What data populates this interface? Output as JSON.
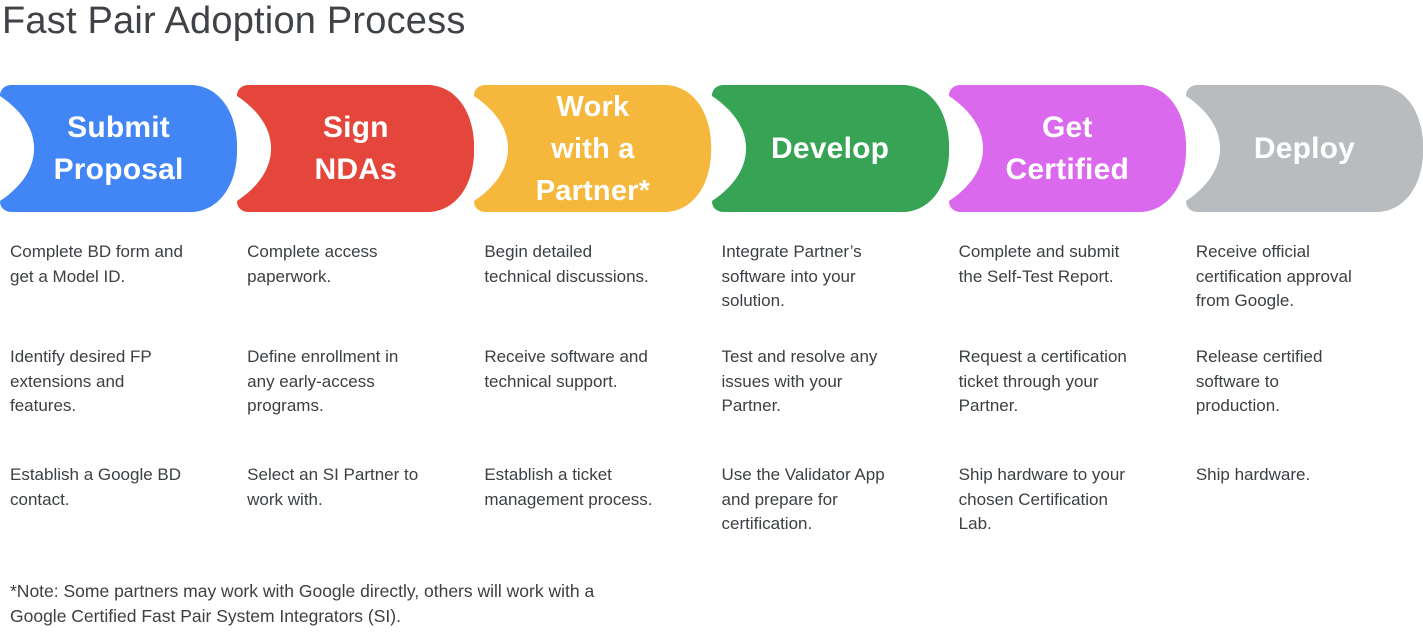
{
  "title": "Fast Pair Adoption Process",
  "text_color": "#3c4043",
  "background_color": "#ffffff",
  "label_text_color": "#ffffff",
  "steps": [
    {
      "label": "Submit\nProposal",
      "color": "#4285F4",
      "details": [
        "Complete BD form and\nget a Model ID.",
        "Identify desired FP\nextensions and\nfeatures.",
        "Establish a Google BD\ncontact."
      ]
    },
    {
      "label": "Sign\nNDAs",
      "color": "#E5463B",
      "details": [
        "Complete access\npaperwork.",
        "Define enrollment in\nany early-access\nprograms.",
        "Select an SI Partner to\nwork with."
      ]
    },
    {
      "label": "Work\nwith a\nPartner*",
      "color": "#F5B83C",
      "details": [
        "Begin detailed\ntechnical discussions.",
        "Receive software and\ntechnical support.",
        "Establish a ticket\nmanagement process."
      ]
    },
    {
      "label": "Develop",
      "color": "#37A455",
      "details": [
        "Integrate Partner’s\nsoftware into your\nsolution.",
        "Test and resolve any\nissues with your\nPartner.",
        "Use the Validator App\nand prepare for\ncertification."
      ]
    },
    {
      "label": "Get\nCertified",
      "color": "#DA69EE",
      "details": [
        "Complete and submit\nthe Self-Test Report.",
        "Request a certification\nticket through your\nPartner.",
        "Ship hardware to your\nchosen Certification\nLab."
      ]
    },
    {
      "label": "Deploy",
      "color": "#B8BCBF",
      "details": [
        "Receive official\ncertification approval\nfrom Google.",
        "Release certified\nsoftware to\nproduction.",
        "Ship hardware."
      ]
    }
  ],
  "footnote": "*Note: Some partners may work with Google directly, others will work with a\nGoogle Certified Fast Pair System Integrators (SI)."
}
